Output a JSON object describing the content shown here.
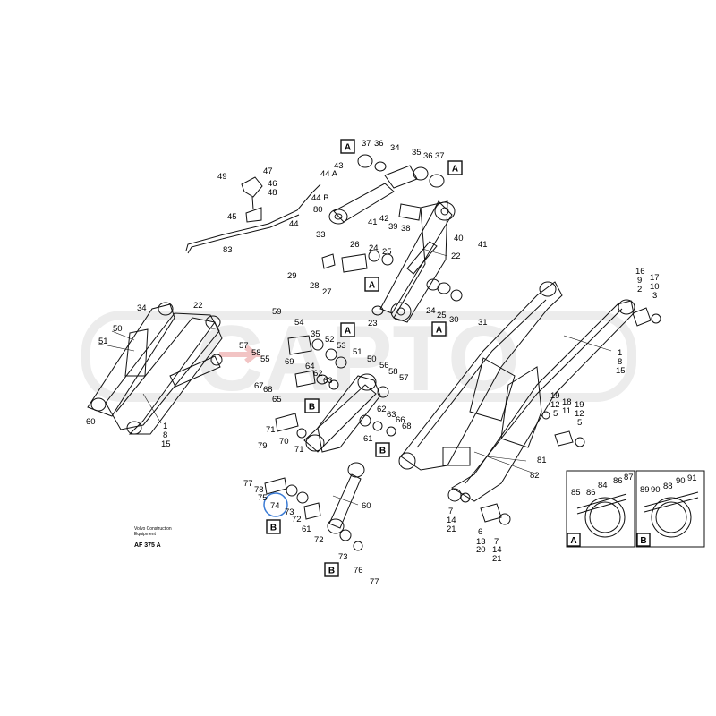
{
  "watermark": "CAPTO",
  "colors": {
    "line": "#111111",
    "watermark": "#e9e9e9",
    "watermark_accent": "#f0c8c8",
    "highlight": "#3a7bd5"
  },
  "caption": {
    "line1": "Volvo Construction",
    "line2": "Equipment",
    "code": "AF 375 A"
  },
  "callouts": {
    "c37a": "37",
    "c36a": "36",
    "c34a": "34",
    "c35": "35",
    "c36b": "36",
    "c37b": "37",
    "c47": "47",
    "c49": "49",
    "c46": "46",
    "c48": "48",
    "c45": "45",
    "c43": "43",
    "c44a": "44 A",
    "c44b": "44 B",
    "c80": "80",
    "c44": "44",
    "c83": "83",
    "c41a": "41",
    "c42": "42",
    "c39": "39",
    "c38": "38",
    "c40": "40",
    "c41b": "41",
    "c33": "33",
    "c26": "26",
    "c24a": "24",
    "c25a": "25",
    "c29": "29",
    "c28": "28",
    "c27": "27",
    "c22": "22",
    "c23": "23",
    "c24b": "24",
    "c25b": "25",
    "c30": "30",
    "c31": "31",
    "c16": "16",
    "c9a": "9",
    "c2": "2",
    "c17": "17",
    "c10a": "10",
    "c3": "3",
    "c34b": "34",
    "c22b": "22",
    "c50a": "50",
    "c51a": "51",
    "c60a": "60",
    "c1a": "1",
    "c8a": "8",
    "c15a": "15",
    "c59": "59",
    "c54": "54",
    "c35b": "35",
    "c52": "52",
    "c53": "53",
    "c57a": "57",
    "c58a": "58",
    "c55": "55",
    "c69": "69",
    "c64": "64",
    "c62a": "62",
    "c63a": "63",
    "c51b": "51",
    "c50b": "50",
    "c56": "56",
    "c58b": "58",
    "c57b": "57",
    "c67": "67",
    "c68a": "68",
    "c65": "65",
    "c66": "66",
    "c62b": "62",
    "c63b": "63",
    "c68b": "68",
    "c71a": "71",
    "c70": "70",
    "c71b": "71",
    "c61a": "61",
    "c81": "81",
    "c82": "82",
    "c1b": "1",
    "c8b": "8",
    "c15b": "15",
    "c19a": "19",
    "c12a": "12",
    "c5a": "5",
    "c18": "18",
    "c11": "11",
    "c19b": "19",
    "c12b": "12",
    "c5b": "5",
    "c79": "79",
    "c77a": "77",
    "c78": "78",
    "c75": "75",
    "c74": "74",
    "c73a": "73",
    "c72a": "72",
    "c61b": "61",
    "c72b": "72",
    "c60b": "60",
    "c73b": "73",
    "c76": "76",
    "c77b": "77",
    "c7a": "7",
    "c14a": "14",
    "c21a": "21",
    "c6": "6",
    "c13": "13",
    "c20": "20",
    "c7b": "7",
    "c14b": "14",
    "c21b": "21",
    "c85": "85",
    "c86": "86",
    "c84": "84",
    "c86b": "86",
    "c87": "87",
    "c89": "89",
    "c90": "90",
    "c88": "88",
    "c90b": "90",
    "c91": "91"
  },
  "section_tags": {
    "t1": "A",
    "t2": "A",
    "t3": "A",
    "t4": "A",
    "t5": "A",
    "t6": "B",
    "t7": "B",
    "t8": "B",
    "t9": "B",
    "t10": "A",
    "t11": "B"
  }
}
